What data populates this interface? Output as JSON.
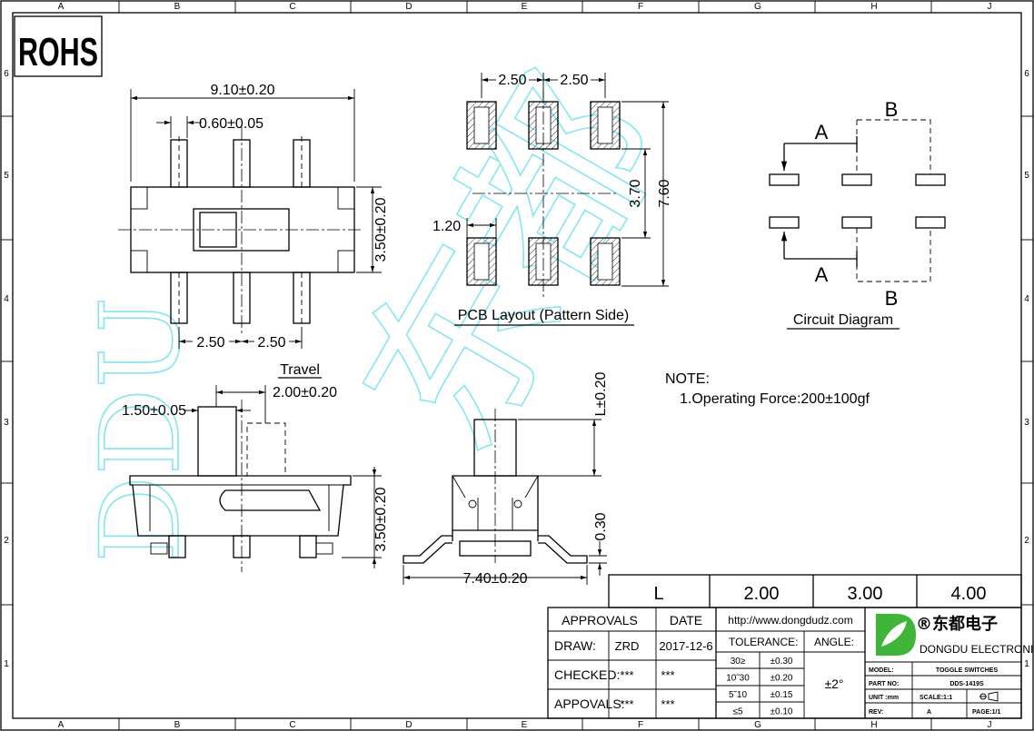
{
  "border": {
    "columns": [
      "A",
      "B",
      "C",
      "D",
      "E",
      "F",
      "G",
      "H",
      "J"
    ],
    "rows": [
      "6",
      "5",
      "4",
      "3",
      "2",
      "1"
    ]
  },
  "rohs": "ROHS",
  "watermark": {
    "latin": "DDU",
    "cjk": "东都"
  },
  "top_view": {
    "width_dim": "9.10±0.20",
    "pin_dim": "0.60±0.05",
    "height_dim": "3.50±0.20",
    "pitch_left": "2.50",
    "pitch_right": "2.50"
  },
  "pcb_layout": {
    "pitch_left": "2.50",
    "pitch_right": "2.50",
    "inner_dim": "3.70",
    "outer_dim": "7.60",
    "pad_width": "1.20",
    "caption": "PCB Layout (Pattern Side)"
  },
  "circuit": {
    "label_a_top": "A",
    "label_b_top": "B",
    "label_a_bottom": "A",
    "label_b_bottom": "B",
    "caption": "Circuit Diagram"
  },
  "note": {
    "heading": "NOTE:",
    "line1": "1.Operating Force:200±100gf"
  },
  "side_view": {
    "travel_label": "Travel",
    "travel_dim": "2.00±0.20",
    "knob_dim": "1.50±0.05",
    "height_dim": "3.50±0.20"
  },
  "end_view": {
    "l_dim": "L±0.20",
    "lead_dim": "0.30",
    "width_dim": "7.40±0.20"
  },
  "l_table": {
    "header": "L",
    "values": [
      "2.00",
      "3.00",
      "4.00"
    ]
  },
  "title_block": {
    "approvals": "APPROVALS",
    "date_header": "DATE",
    "url": "http://www.dongdudz.com",
    "draw": "DRAW:",
    "draw_name": "ZRD",
    "draw_date": "2017-12-6",
    "checked": "CHECKED:",
    "checked_name": "***",
    "checked_date": "***",
    "appovals": "APPOVALS:",
    "appovals_name": "***",
    "appovals_date": "***",
    "tolerance": "TOLERANCE:",
    "angle": "ANGLE:",
    "tol_rows": [
      {
        "range": "30≥",
        "value": "±0.30"
      },
      {
        "range": "10˜30",
        "value": "±0.20"
      },
      {
        "range": "5˜10",
        "value": "±0.15"
      },
      {
        "range": "≤5",
        "value": "±0.10"
      }
    ],
    "angle_value": "±2°",
    "company_cn": "®东都电子",
    "company_en": "DONGDU ELECTRONICS",
    "model_label": "MODEL:",
    "model_value": "TOGGLE SWITCHES",
    "part_label": "PART NO:",
    "part_value": "DDS-1419S",
    "unit_label": "UNIT :mm",
    "scale_label": "SCALE:1:1",
    "rev_label": "REV:",
    "rev_value": "A",
    "page_label": "PAGE:1/1",
    "brand_colors": {
      "logo_green": "#3fb53a",
      "watermark": "#6fe3ee"
    }
  }
}
